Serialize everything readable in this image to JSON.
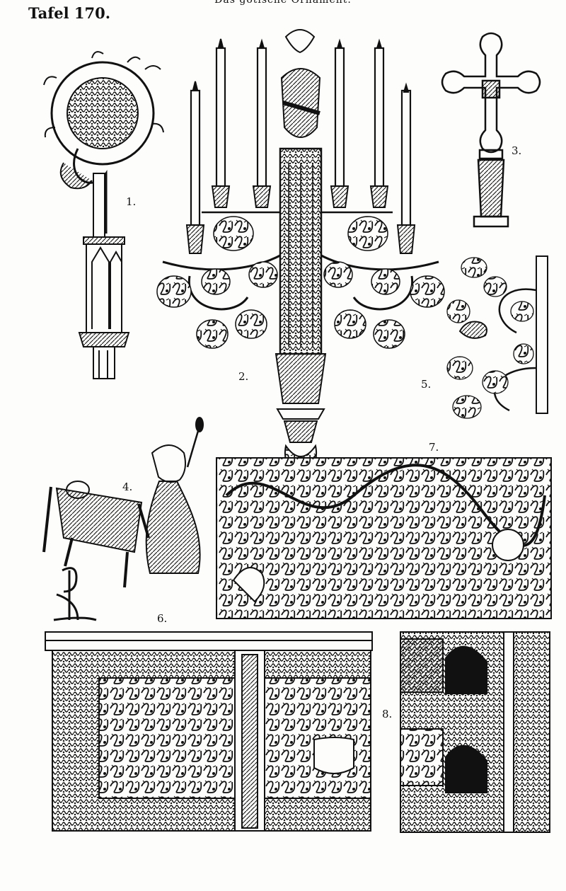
{
  "header": {
    "title": "Das gotische Ornament.",
    "plate_number": "Tafel 170."
  },
  "figures": [
    {
      "id": "1",
      "label": "1.",
      "subject": "crozier-head-icon"
    },
    {
      "id": "2",
      "label": "2.",
      "subject": "candelabrum-icon"
    },
    {
      "id": "3",
      "label": "3.",
      "subject": "cross-icon"
    },
    {
      "id": "4",
      "label": "4.",
      "subject": "cradle-with-spinning-woman-icon"
    },
    {
      "id": "5",
      "label": "5.",
      "subject": "bird-vine-bracket-icon"
    },
    {
      "id": "6",
      "label": "6.",
      "subject": "carved-chest-panel-icon"
    },
    {
      "id": "7",
      "label": "7.",
      "subject": "foliage-frieze-icon"
    },
    {
      "id": "8",
      "label": "8.",
      "subject": "tracery-panel-icon"
    }
  ],
  "colors": {
    "ink": "#111111",
    "paper": "#fdfdfb"
  }
}
